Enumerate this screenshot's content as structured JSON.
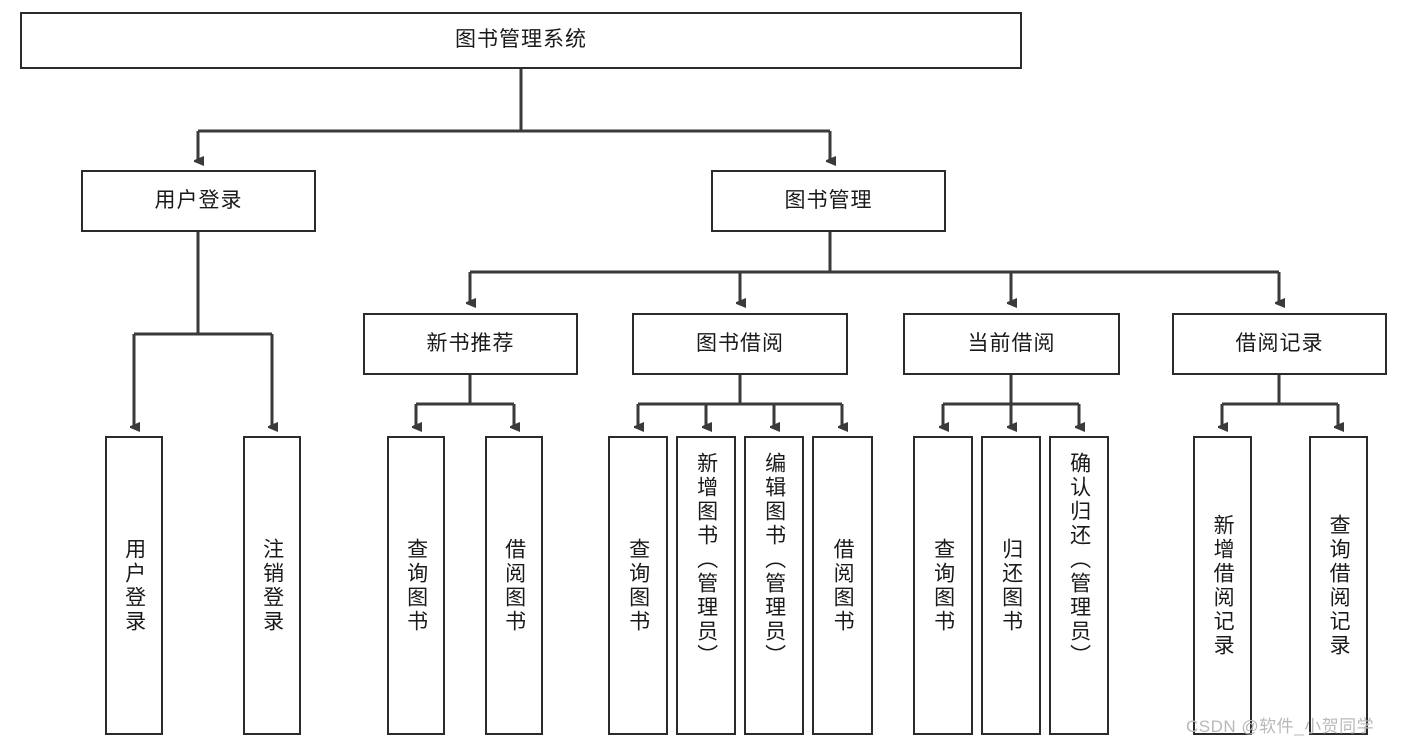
{
  "diagram": {
    "type": "tree-hierarchy",
    "title": "图书管理系统",
    "orientation": "top-down",
    "colors": {
      "box_border": "#2b2b2b",
      "box_fill": "#ffffff",
      "edge": "#3a3a3a",
      "text": "#1a1a1a",
      "watermark": "#b9b9b9"
    },
    "levels": [
      {
        "level": 0,
        "nodes": [
          {
            "id": "root",
            "label": "图书管理系统",
            "orientation": "horizontal"
          }
        ]
      },
      {
        "level": 1,
        "nodes": [
          {
            "id": "login",
            "label": "用户登录",
            "orientation": "horizontal",
            "parent": "root"
          },
          {
            "id": "bookmgmt",
            "label": "图书管理",
            "orientation": "horizontal",
            "parent": "root"
          }
        ]
      },
      {
        "level": 2,
        "nodes": [
          {
            "id": "newbook",
            "label": "新书推荐",
            "orientation": "horizontal",
            "parent": "bookmgmt"
          },
          {
            "id": "borrow",
            "label": "图书借阅",
            "orientation": "horizontal",
            "parent": "bookmgmt"
          },
          {
            "id": "current",
            "label": "当前借阅",
            "orientation": "horizontal",
            "parent": "bookmgmt"
          },
          {
            "id": "records",
            "label": "借阅记录",
            "orientation": "horizontal",
            "parent": "bookmgmt"
          }
        ]
      },
      {
        "level": 3,
        "nodes": [
          {
            "id": "leaf1",
            "label": "用户登录",
            "orientation": "vertical",
            "parent": "login"
          },
          {
            "id": "leaf2",
            "label": "注销登录",
            "orientation": "vertical",
            "parent": "login"
          },
          {
            "id": "leaf3",
            "label": "查询图书",
            "orientation": "vertical",
            "parent": "newbook"
          },
          {
            "id": "leaf4",
            "label": "借阅图书",
            "orientation": "vertical",
            "parent": "newbook"
          },
          {
            "id": "leaf5",
            "label": "查询图书",
            "orientation": "vertical",
            "parent": "borrow"
          },
          {
            "id": "leaf6",
            "label": "新增图书（管理员）",
            "orientation": "vertical",
            "parent": "borrow"
          },
          {
            "id": "leaf7",
            "label": "编辑图书（管理员）",
            "orientation": "vertical",
            "parent": "borrow"
          },
          {
            "id": "leaf8",
            "label": "借阅图书",
            "orientation": "vertical",
            "parent": "borrow"
          },
          {
            "id": "leaf9",
            "label": "查询图书",
            "orientation": "vertical",
            "parent": "current"
          },
          {
            "id": "leaf10",
            "label": "归还图书",
            "orientation": "vertical",
            "parent": "current"
          },
          {
            "id": "leaf11",
            "label": "确认归还（管理员）",
            "orientation": "vertical",
            "parent": "current"
          },
          {
            "id": "leaf12",
            "label": "新增借阅记录",
            "orientation": "vertical",
            "parent": "records"
          },
          {
            "id": "leaf13",
            "label": "查询借阅记录",
            "orientation": "vertical",
            "parent": "records"
          }
        ]
      }
    ]
  },
  "watermark": {
    "text": "CSDN @软件_小贺同学"
  }
}
